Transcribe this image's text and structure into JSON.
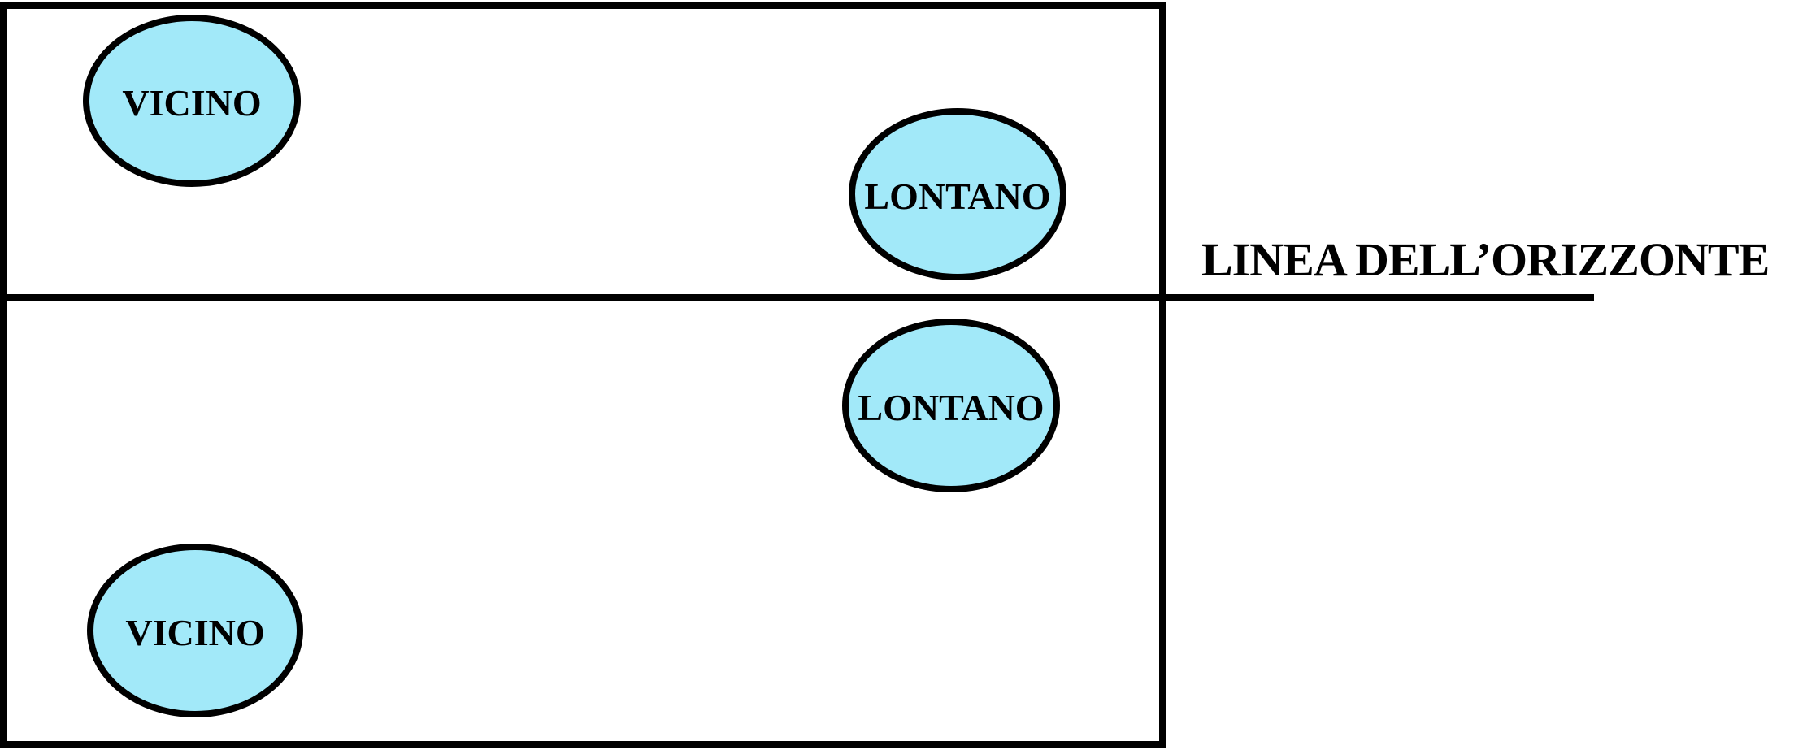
{
  "horizon": {
    "label": "LINEA DELL’ORIZZONTE"
  },
  "ellipses": [
    {
      "id": "vicino-upper",
      "label": "VICINO"
    },
    {
      "id": "lontano-upper",
      "label": "LONTANO"
    },
    {
      "id": "lontano-middle",
      "label": "LONTANO"
    },
    {
      "id": "vicino-lower",
      "label": "VICINO"
    }
  ],
  "colors": {
    "ellipse_fill": "#A2E9F9",
    "line": "#000000",
    "background": "#FFFFFF"
  }
}
